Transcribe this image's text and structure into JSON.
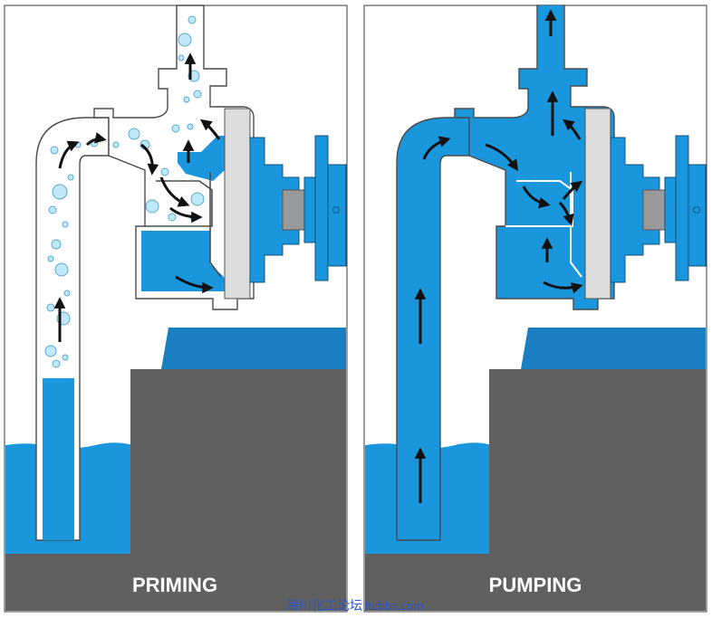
{
  "panels": [
    {
      "label": "PRIMING"
    },
    {
      "label": "PUMPING"
    }
  ],
  "watermark": {
    "text": "海川化工论坛",
    "url": "hcbbs.com"
  },
  "colors": {
    "water": "#1a96dc",
    "ground": "#606060",
    "casing_fill": "#ffffff",
    "casing_stroke": "#4a4a4a",
    "motor_blue": "#1a96dc",
    "arrow": "#111111",
    "bubble": "#bfe8fb",
    "watermark": "#2a55c8"
  }
}
